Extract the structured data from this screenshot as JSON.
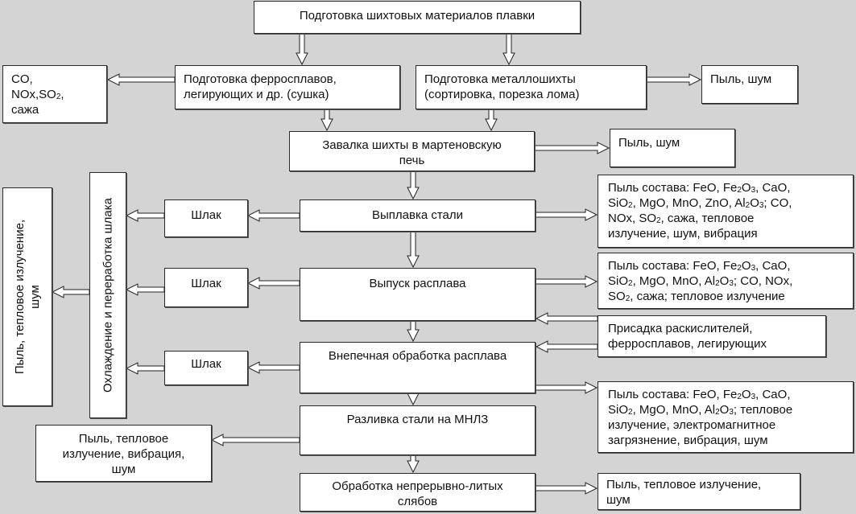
{
  "diagram": {
    "top": "Подготовка шихтовых материалов плавки",
    "ferro_prep": [
      "Подготовка ферросплавов,",
      "легирующих и др. (сушка)"
    ],
    "ferro_emissions": [
      "CO,",
      "NOx,SO₂,",
      "сажа"
    ],
    "metal_prep": [
      "Подготовка металлошихты",
      "(сортировка, порезка лома)"
    ],
    "metal_emissions": "Пыль, шум",
    "charging": [
      "Завалка шихты в мартеновскую",
      "печь"
    ],
    "charging_emissions": "Пыль, шум",
    "melting": "Выплавка стали",
    "melting_emissions": [
      "Пыль состава: FeO, Fe₂O₃, CaO,",
      "SiO₂, MgO, MnO, ZnO, Al₂O₃; CO,",
      "NOx, SO₂, сажа, тепловое",
      "излучение, шум, вибрация"
    ],
    "tapping": "Выпуск расплава",
    "tapping_emissions": [
      "Пыль состава: FeO, Fe₂O₃, CaO,",
      "SiO₂, MgO, MnO, Al₂O₃; CO, NOx,",
      "SO₂, сажа; тепловое излучение"
    ],
    "additions": [
      "Присадка раскислителей,",
      "ферросплавов, легирующих"
    ],
    "ladle": "Внепечная обработка расплава",
    "ladle_emissions": [
      "Пыль состава: FeO, Fe₂O₃, CaO,",
      "SiO₂, MgO, MnO, Al₂O₃; тепловое",
      "излучение, электромагнитное",
      "загрязнение, вибрация, шум"
    ],
    "casting": "Разливка стали на МНЛЗ",
    "casting_emissions": [
      "Пыль, тепловое",
      "излучение, вибрация,",
      "шум"
    ],
    "slab": [
      "Обработка непрерывно-литых",
      "слябов"
    ],
    "slab_emissions": [
      "Пыль, тепловое излучение,",
      "шум"
    ],
    "slag": [
      "Шлак",
      "Шлак",
      "Шлак"
    ],
    "slag_processing": "Охлаждение и переработка шлака",
    "slag_emissions": [
      "Пыль, тепловое излучение,",
      "шум"
    ]
  }
}
